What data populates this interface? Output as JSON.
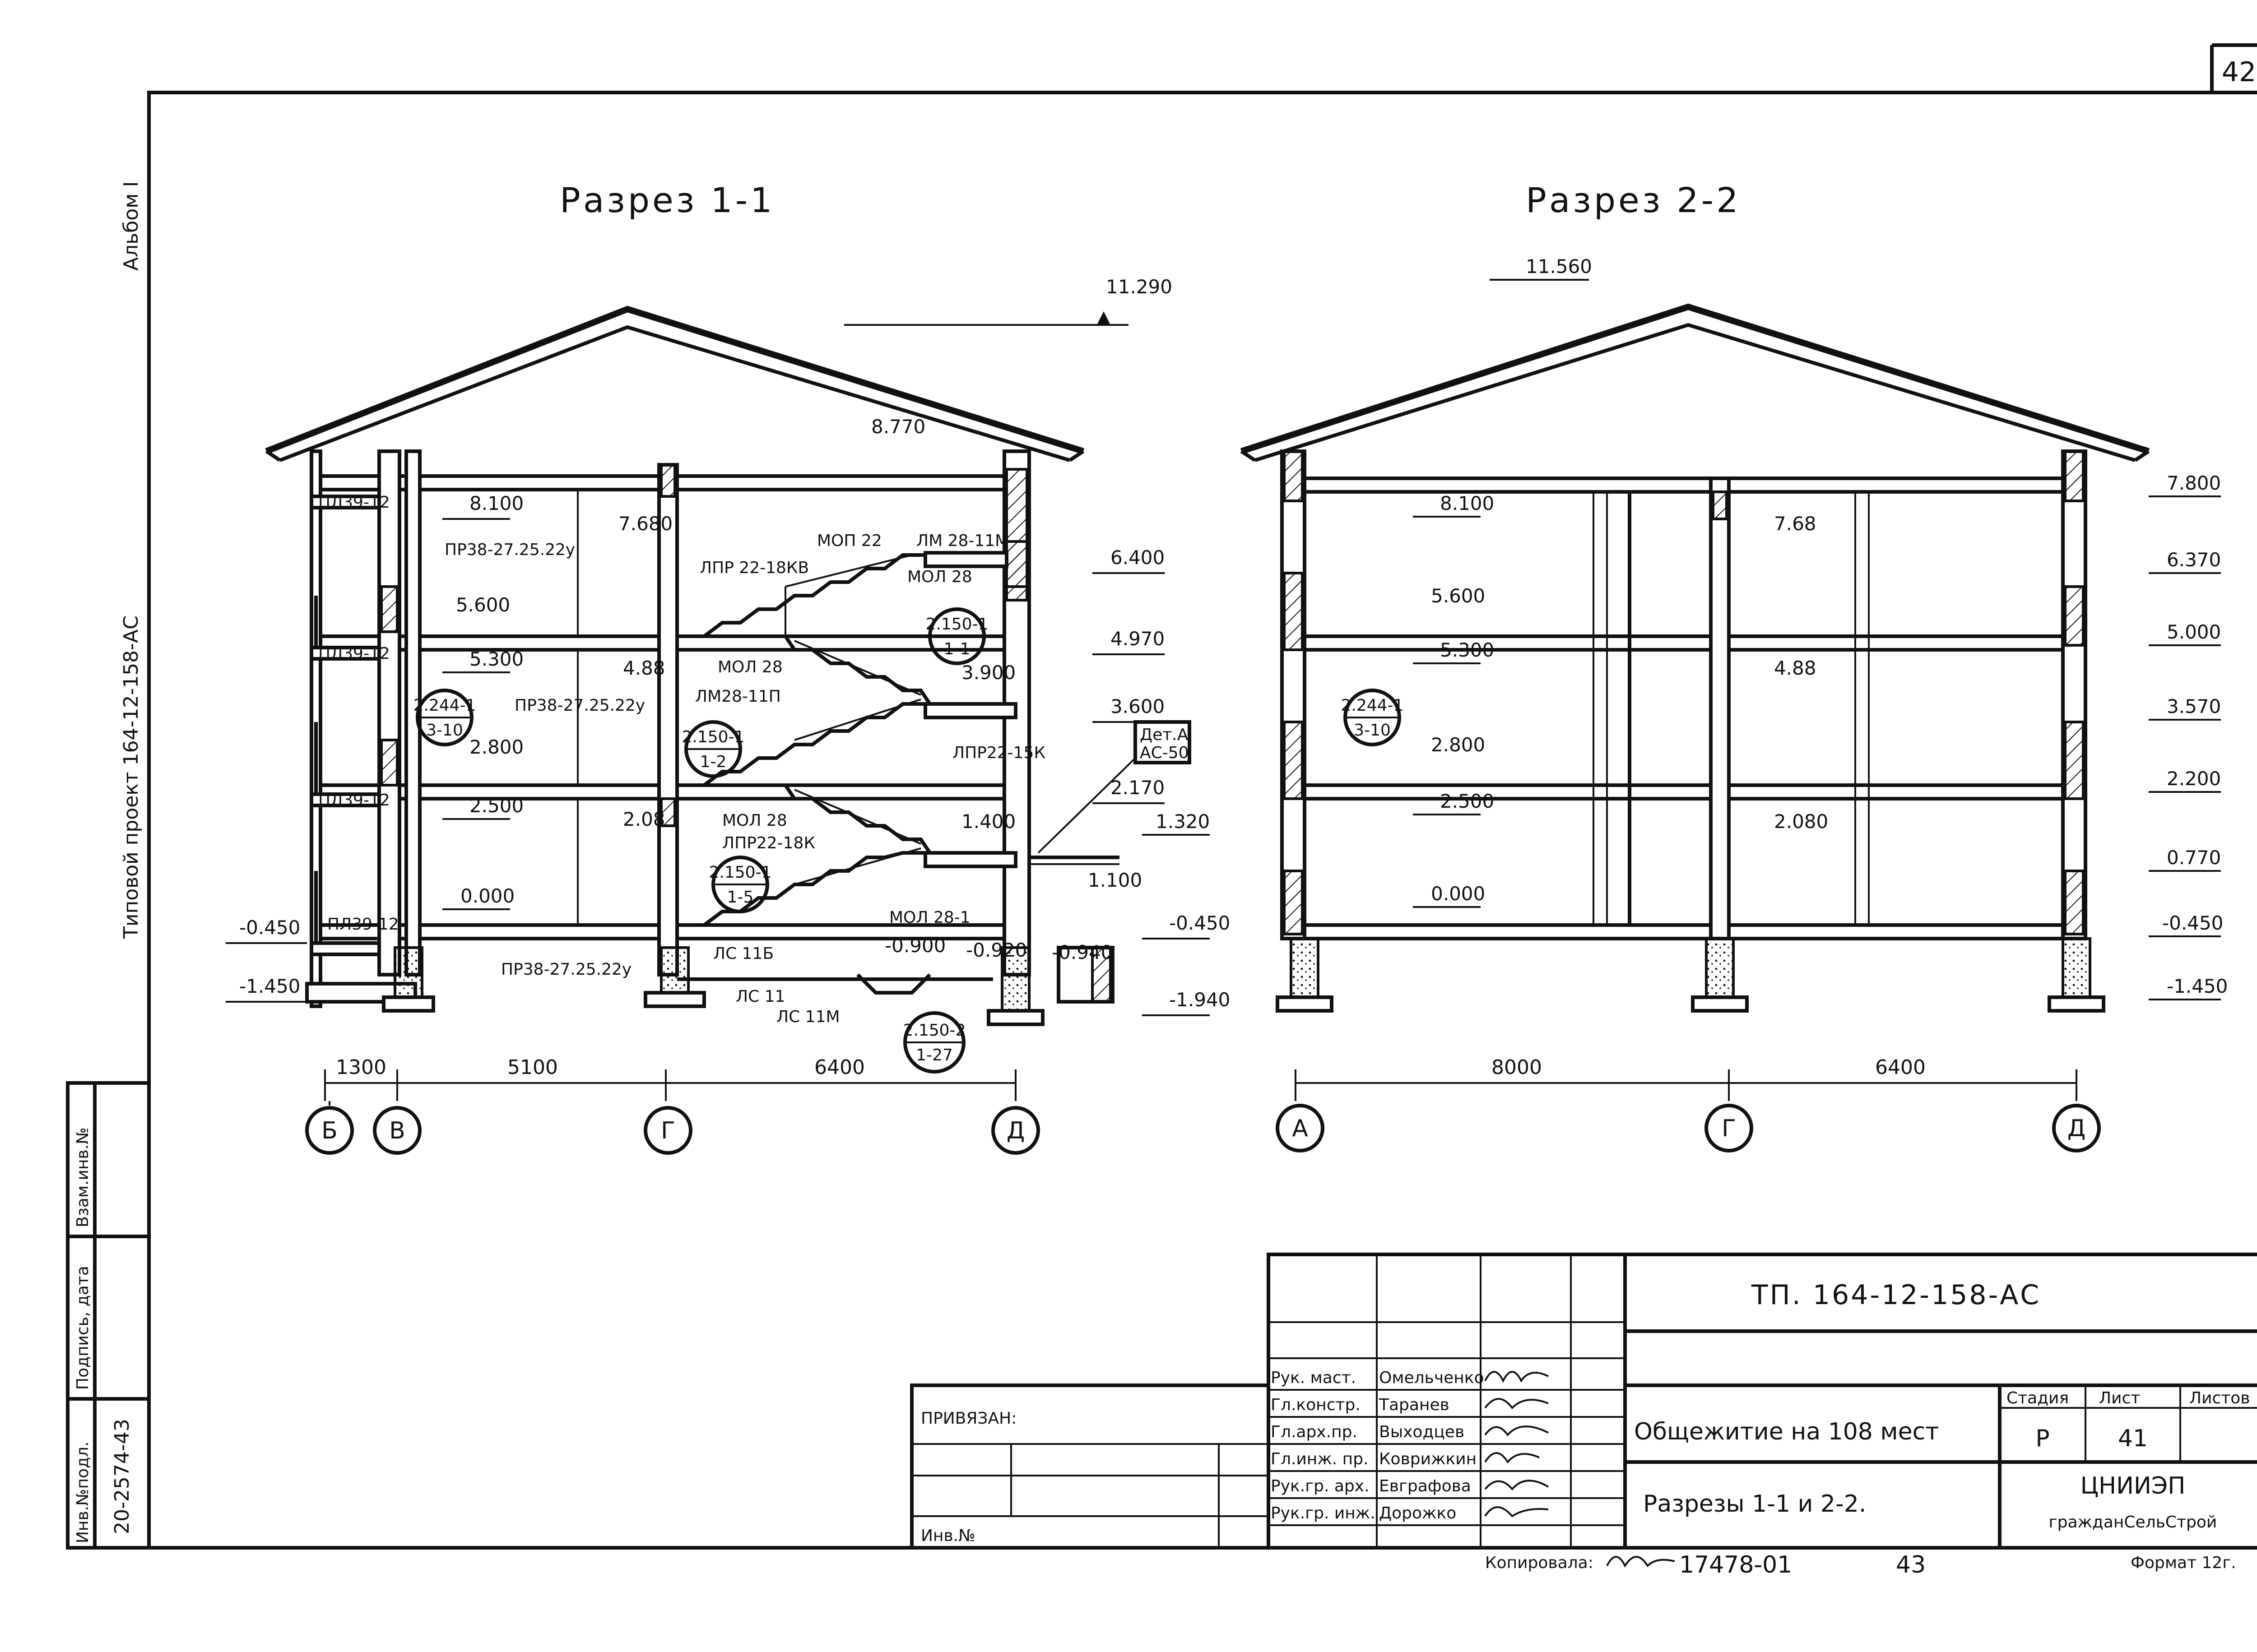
{
  "page_number": "42",
  "side": {
    "album": "Альбом I",
    "project": "Типовой проект 164-12-158-АС",
    "frame_labels": [
      "Взам.инв.№",
      "Подпись, дата",
      "Инв.№подл."
    ],
    "inv_number": "20-2574-43"
  },
  "section1": {
    "title": "Разрез 1-1",
    "levels": {
      "ridge": "11.290",
      "eaves": "8.770",
      "top_floor": "8.100",
      "landing3": "7.680",
      "right_6400": "6.400",
      "second_top": "5.600",
      "second_floor": "5.300",
      "landing2": "4.88",
      "right_4970": "4.970",
      "right_3900": "3.900",
      "right_3600": "3.600",
      "first_top": "2.800",
      "first_floor": "2.500",
      "landing1": "2.08",
      "right_2170": "2.170",
      "right_1400": "1.400",
      "right_1320": "1.320",
      "right_1100": "1.100",
      "ground_floor": "0.000",
      "left_m0450": "-0.450",
      "left_m1450": "-1.450",
      "right_m0450": "-0.450",
      "stair_m0900": "-0.900",
      "stair_m0920": "-0.920",
      "stair_m0940": "-0.940",
      "right_m1940": "-1.940"
    },
    "labels": {
      "pl39_12_a": "ПЛ39-12",
      "pl39_12_b": "ПЛ39-12",
      "pl39_12_c": "ПЛ39-12",
      "pl39_12_d": "ПЛ39-12",
      "pr38_a": "ПР38-27.25.22у",
      "pr38_b": "ПР38-27.25.22у",
      "pr38_c": "ПР38-27.25.22у",
      "mop22": "МОП 22",
      "lm28_11m": "ЛМ 28-11М",
      "mol28_a": "МОЛ 28",
      "mol28_b": "МОЛ 28",
      "mol28_c": "МОЛ 28",
      "lpr22_18kv": "ЛПР 22-18КВ",
      "lm28_11p": "ЛМ28-11П",
      "lpr22_15k": "ЛПР22-15К",
      "lpr22_18k": "ЛПР22-18К",
      "mol28_1": "МОЛ 28-1",
      "ls11b": "ЛС 11Б",
      "ls11": "ЛС 11",
      "ls11m": "ЛС 11М",
      "det_a": "Дет.А",
      "det_a_sheet": "АС-50"
    },
    "callouts": [
      {
        "top": "2.244-1",
        "bottom": "3-10"
      },
      {
        "top": "2.150-1",
        "bottom": "1-1"
      },
      {
        "top": "2.150-1",
        "bottom": "1-2"
      },
      {
        "top": "2.150-1",
        "bottom": "1-5"
      },
      {
        "top": "2.150-2",
        "bottom": "1-27"
      }
    ],
    "dims": [
      "1300",
      "5100",
      "6400"
    ],
    "axes": [
      "Б",
      "В",
      "Г",
      "Д"
    ]
  },
  "section2": {
    "title": "Разрез 2-2",
    "levels": {
      "ridge": "11.560",
      "top": "8.100",
      "landing3": "7.68",
      "right_7800": "7.800",
      "right_6370": "6.370",
      "second_top": "5.600",
      "second_floor": "5.300",
      "landing2": "4.88",
      "right_5000": "5.000",
      "right_3570": "3.570",
      "first_top": "2.800",
      "first_floor": "2.500",
      "landing1": "2.080",
      "right_2200": "2.200",
      "right_0770": "0.770",
      "ground_floor": "0.000",
      "right_m0450": "-0.450",
      "right_m1450": "-1.450"
    },
    "callout": {
      "top": "2.244-1",
      "bottom": "3-10"
    },
    "dims": [
      "8000",
      "6400"
    ],
    "axes": [
      "А",
      "Г",
      "Д"
    ]
  },
  "stamp": {
    "code": "ТП. 164-12-158-АС",
    "attached": "ПРИВЯЗАН:",
    "inv": "Инв.№",
    "object": "Общежитие на 108 мест",
    "sheet_title": "Разрезы 1-1 и 2-2.",
    "org_line1": "ЦНИИЭП",
    "org_line2": "гражданСельСтрой",
    "stage_header": "Стадия",
    "sheet_header": "Лист",
    "sheets_header": "Листов",
    "stage": "Р",
    "sheet": "41",
    "sheets": "",
    "roles": [
      "Рук. маст.",
      "Гл.констр.",
      "Гл.арх.пр.",
      "Гл.инж. пр.",
      "Рук.гр. арх.",
      "Рук.гр. инж."
    ],
    "names": [
      "Омельченко",
      "Таранев",
      "Выходцев",
      "Коврижкин",
      "Евграфова",
      "Дорожко"
    ],
    "copied_label": "Копировала:",
    "copied_value": "17478-01",
    "copied_page": "43",
    "format": "Формат 12г."
  }
}
